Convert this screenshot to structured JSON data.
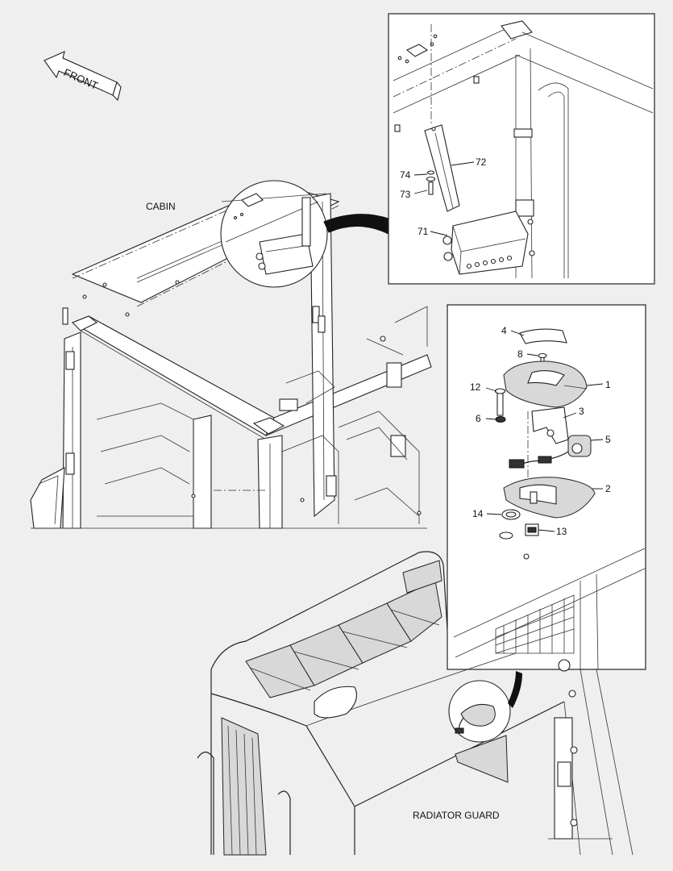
{
  "labels": {
    "front": "FRONT",
    "cabin": "CABIN",
    "radiator_guard": "RADIATOR GUARD"
  },
  "callouts_top": {
    "c72": "72",
    "c74": "74",
    "c73": "73",
    "c71": "71"
  },
  "callouts_right": {
    "c4": "4",
    "c8": "8",
    "c1": "1",
    "c12": "12",
    "c3": "3",
    "c6": "6",
    "c5": "5",
    "c2": "2",
    "c14": "14",
    "c13": "13"
  },
  "colors": {
    "background": "#efefef",
    "line": "#222222",
    "arrow_black": "#111111"
  }
}
